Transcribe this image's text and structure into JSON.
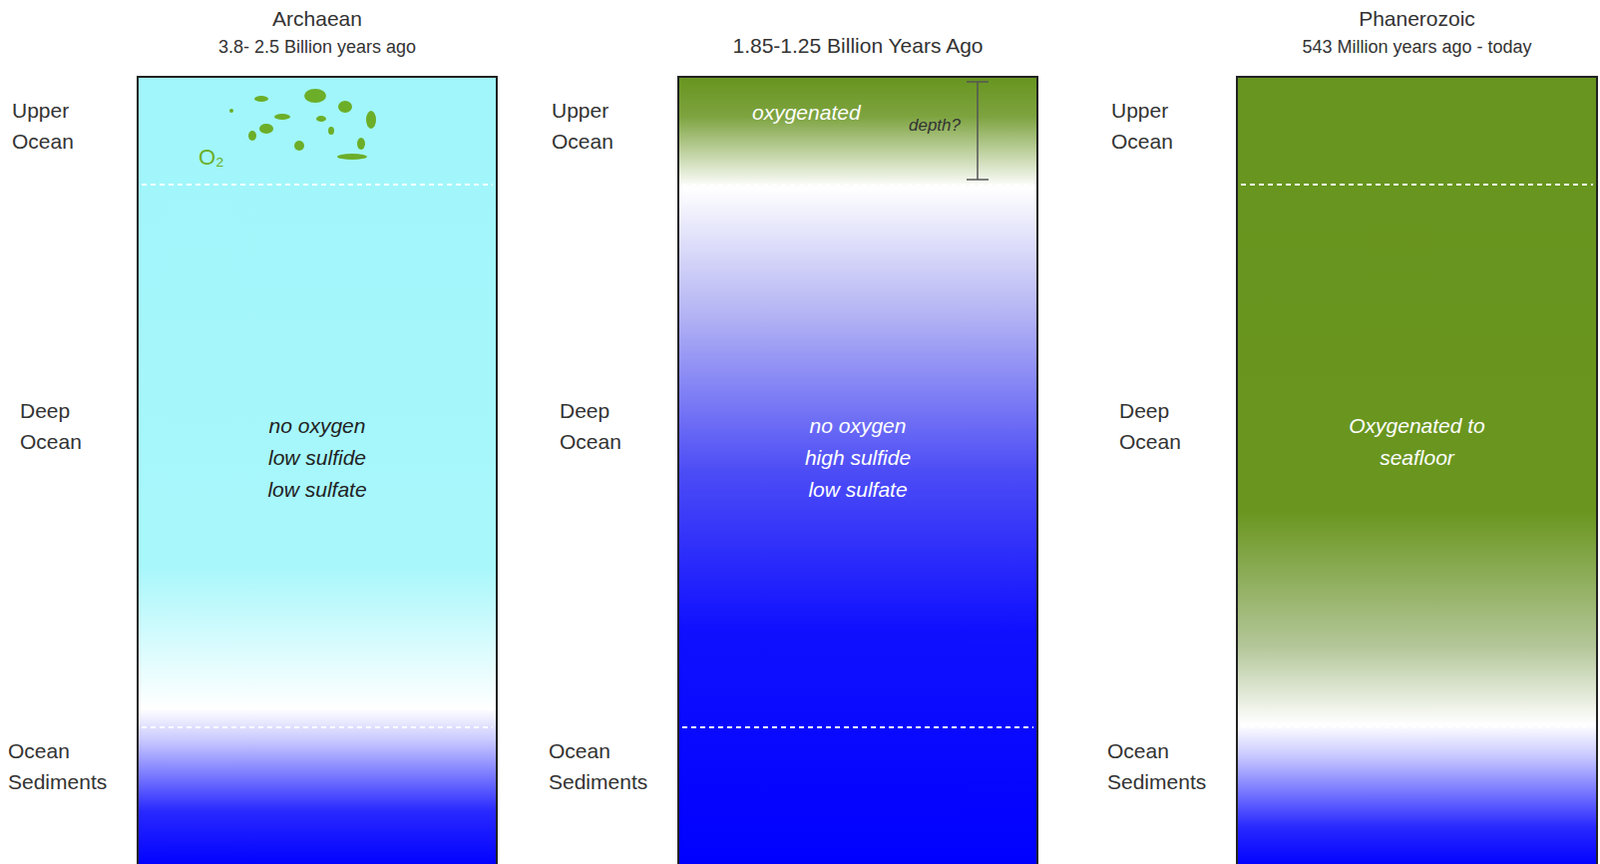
{
  "diagram": {
    "nodes": [
      {
        "text": [
          "Archaean",
          "3.8- 2.5 Billion years ago",
          "no oxygen low sulfide low sulfate"
        ]
      },
      {
        "text": [
          "1.85-1.25 Billion Years Ago",
          "no oxygen high sulfide low sulfate"
        ]
      },
      {
        "text": [
          "Phanerozoic",
          "543 Million years ago - today",
          "Oxygenated to seafloor"
        ]
      }
    ],
    "labels": [
      "Upper Ocean",
      "Deep Ocean",
      "Ocean Sediments",
      "Upper Ocean",
      "Deep Ocean",
      "Ocean Sediments",
      "Upper Ocean",
      "Deep Ocean",
      "Ocean Sediments",
      "O₂",
      "oxygenated",
      "depth?"
    ]
  }
}
